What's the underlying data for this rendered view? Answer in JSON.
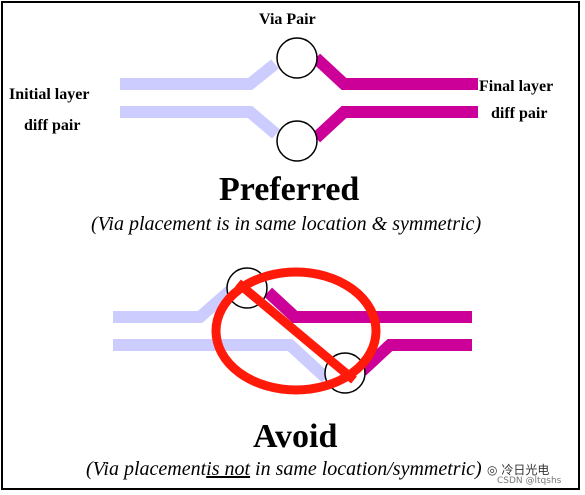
{
  "colors": {
    "initial_pair": "#ccccff",
    "final_pair": "#cc0099",
    "via_fill": "#ffffff",
    "via_stroke": "#000000",
    "prohibit": "#ff1a0a",
    "frame": "#000000"
  },
  "preferred": {
    "via_label": "Via Pair",
    "initial_label_line1": "Initial layer",
    "initial_label_line2": "diff pair",
    "final_label_line1": "Final layer",
    "final_label_line2": "diff pair",
    "title": "Preferred",
    "caption": "(Via placement is in same location & symmetric)"
  },
  "avoid": {
    "title": "Avoid",
    "caption_prefix": "(Via placement",
    "caption_emphasis": "is not",
    "caption_suffix": " in same location/symmetric)"
  },
  "watermark": {
    "line1": "冷日光电",
    "line2": "CSDN @ltqshs"
  }
}
